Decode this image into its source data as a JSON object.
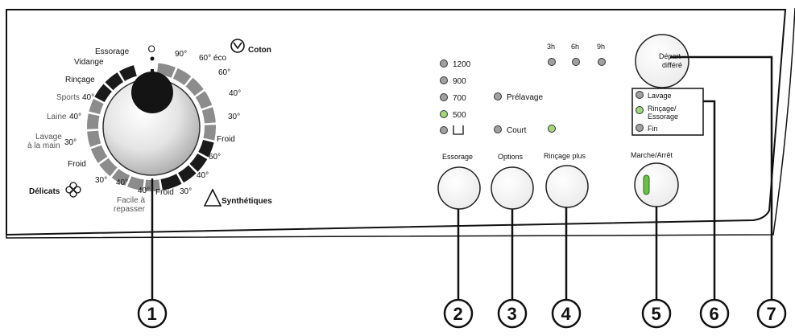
{
  "dial": {
    "top_symbol": "O",
    "labels_left": {
      "essorage": "Essorage",
      "vidange": "Vidange",
      "rincage": "Rinçage",
      "sports": "Sports",
      "sports_temp": "40°",
      "laine": "Laine",
      "laine_temp": "40°",
      "lavage_main_1": "Lavage",
      "lavage_main_2": "à la main",
      "lavage_main_temp": "30°",
      "froid_left": "Froid",
      "delicats_30": "30°",
      "delicats_40": "40°",
      "delicats": "Délicats"
    },
    "labels_bottom": {
      "facile_temp": "40°",
      "facile_1": "Facile à",
      "facile_2": "repasser",
      "froid_bottom": "Froid",
      "synth_30": "30°"
    },
    "labels_right": {
      "t90": "90°",
      "t60eco": "60° éco",
      "coton": "Coton",
      "t60a": "60°",
      "t40a": "40°",
      "t30a": "30°",
      "froid_right": "Froid",
      "t60b": "60°",
      "t40b": "40°",
      "synthetiques": "Synthétiques"
    }
  },
  "spin": {
    "speeds": [
      "1200",
      "900",
      "700",
      "500"
    ],
    "selected": "500"
  },
  "options": {
    "prelavage": "Prélavage",
    "court": "Court"
  },
  "delay": {
    "hours": [
      "3h",
      "6h",
      "9h"
    ],
    "button_label_1": "Départ",
    "button_label_2": "différé"
  },
  "status": {
    "lavage": "Lavage",
    "rincage_1": "Rinçage/",
    "rincage_2": "Essorage",
    "fin": "Fin"
  },
  "buttons": {
    "essorage": "Essorage",
    "options": "Options",
    "rincage_plus": "Rinçage plus",
    "marche_arret": "Marche/Arrêt"
  },
  "callouts": [
    "1",
    "2",
    "3",
    "4",
    "5",
    "6",
    "7"
  ],
  "colors": {
    "led_green": "#9fd87a",
    "led_gray": "#9a9a9a",
    "dial_dark": "#1a1a1a",
    "segment_gray": "#8c8c8c",
    "power_green": "#6cc04a"
  }
}
